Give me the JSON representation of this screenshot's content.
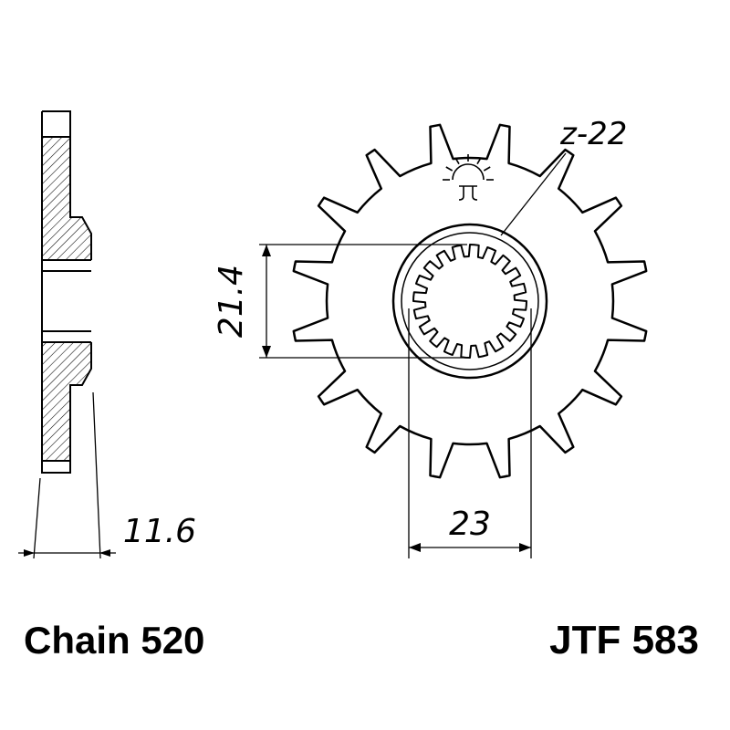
{
  "dimensions": {
    "teeth": "z-22",
    "bore_diameter": "21.4",
    "hub_diameter": "23",
    "width": "11.6"
  },
  "footer": {
    "chain": "Chain 520",
    "part_number": "JTF 583"
  },
  "colors": {
    "line": "#000000",
    "background": "#ffffff"
  }
}
